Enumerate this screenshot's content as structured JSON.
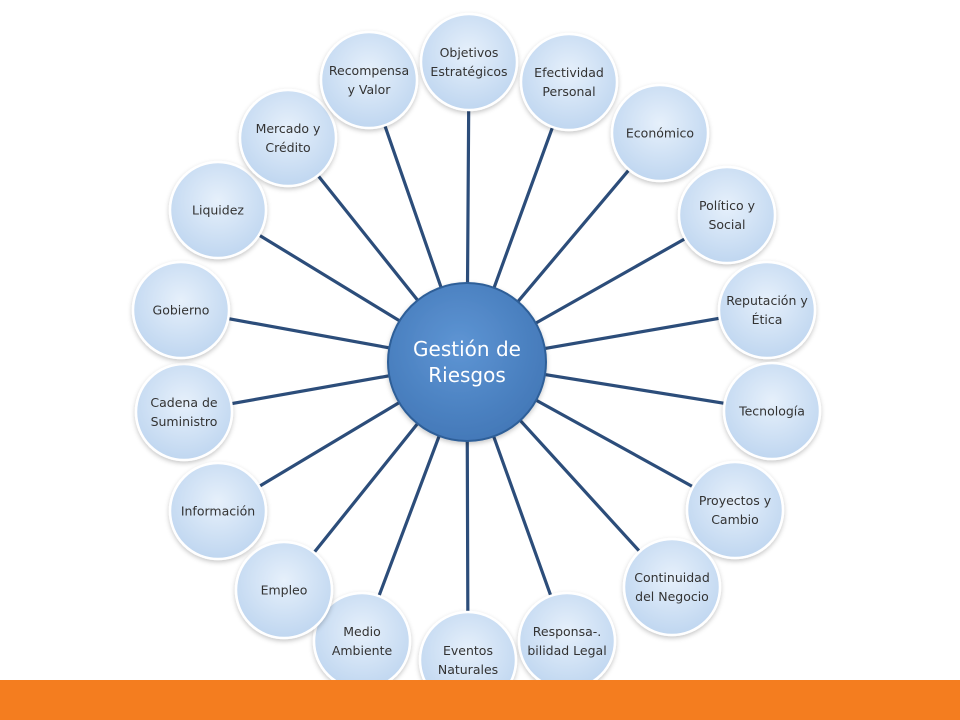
{
  "colors": {
    "center_fill": "#4f86c6",
    "center_stroke": "#2f5f98",
    "node_fill": "#cfe0f4",
    "node_stroke": "#ffffff",
    "spoke": "#2c4d7a",
    "text": "#333333",
    "center_text": "#ffffff",
    "footer": "#f47d1f"
  },
  "center": {
    "lines": [
      "Gestión de",
      "Riesgos"
    ]
  },
  "nodes": [
    {
      "id": "objetivos-estrategicos",
      "lines": [
        "Objetivos",
        "Estratégicos"
      ]
    },
    {
      "id": "efectividad-personal",
      "lines": [
        "Efectividad",
        "Personal"
      ]
    },
    {
      "id": "economico",
      "lines": [
        "Económico"
      ]
    },
    {
      "id": "politico-social",
      "lines": [
        "Político y",
        "Social"
      ]
    },
    {
      "id": "reputacion-etica",
      "lines": [
        "Reputación y",
        "Ética"
      ]
    },
    {
      "id": "tecnologia",
      "lines": [
        "Tecnología"
      ]
    },
    {
      "id": "proyectos-cambio",
      "lines": [
        "Proyectos y",
        "Cambio"
      ]
    },
    {
      "id": "continuidad-negocio",
      "lines": [
        "Continuidad",
        "del Negocio"
      ]
    },
    {
      "id": "responsabilidad-legal",
      "lines": [
        "Responsa-.",
        "bilidad Legal"
      ]
    },
    {
      "id": "eventos-naturales",
      "lines": [
        "Eventos",
        "Naturales"
      ]
    },
    {
      "id": "medio-ambiente",
      "lines": [
        "Medio",
        "Ambiente"
      ]
    },
    {
      "id": "empleo",
      "lines": [
        "Empleo"
      ]
    },
    {
      "id": "informacion",
      "lines": [
        "Información"
      ]
    },
    {
      "id": "cadena-suministro",
      "lines": [
        "Cadena de",
        "Suministro"
      ]
    },
    {
      "id": "gobierno",
      "lines": [
        "Gobierno"
      ]
    },
    {
      "id": "liquidez",
      "lines": [
        "Liquidez"
      ]
    },
    {
      "id": "mercado-credito",
      "lines": [
        "Mercado y",
        "Crédito"
      ]
    },
    {
      "id": "recompensa-valor",
      "lines": [
        "Recompensa",
        "y Valor"
      ]
    }
  ]
}
